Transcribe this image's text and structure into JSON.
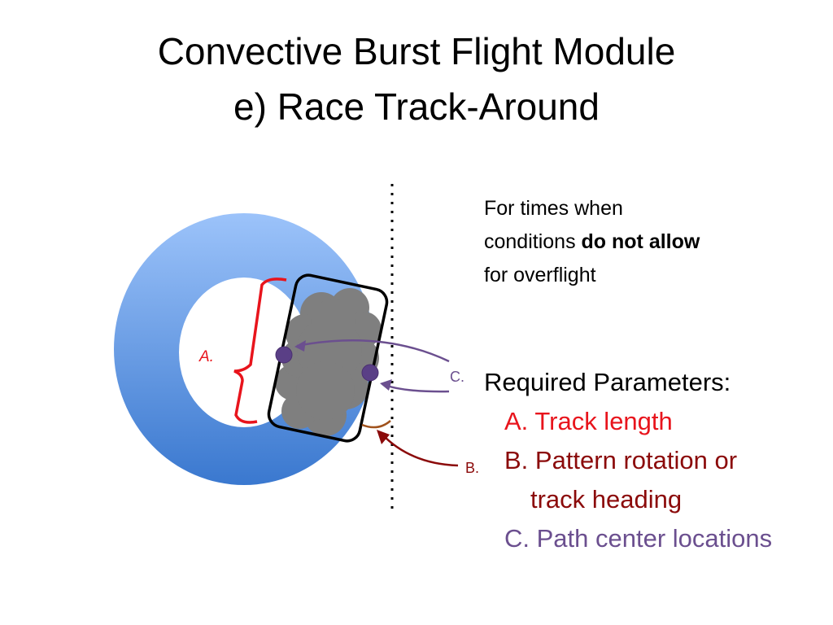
{
  "title": {
    "line1": "Convective Burst Flight Module",
    "line2": "e) Race Track-Around"
  },
  "note": {
    "line1": "For times when",
    "line2_prefix": "conditions ",
    "line2_bold": "do not allow",
    "line3": "for overflight"
  },
  "params": {
    "heading": "Required Parameters:",
    "a": "A. Track length",
    "b_line1": "B. Pattern rotation or",
    "b_line2": "track heading",
    "c": "C. Path center locations"
  },
  "diagram": {
    "label_a": "A.",
    "label_b": "B.",
    "label_c": "C."
  },
  "colors": {
    "ring_light": "#9cc3fa",
    "ring_dark": "#3a78cf",
    "cloud": "#7f7f7f",
    "track_length": "#e8141c",
    "pattern_rotation": "#8b0a0a",
    "path_center": "#6b4f8f",
    "heading_arc": "#a0521c"
  }
}
